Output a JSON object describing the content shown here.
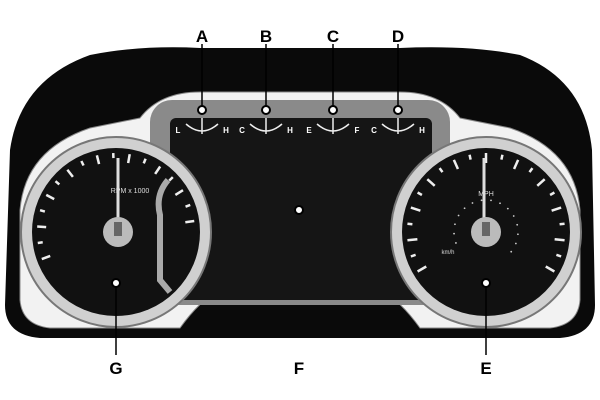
{
  "callouts": {
    "a": "A",
    "b": "B",
    "c": "C",
    "d": "D",
    "e": "E",
    "f": "F",
    "g": "G"
  },
  "gauges": {
    "a": {
      "low": "L",
      "high": "H",
      "icon": "oil-pressure-icon"
    },
    "b": {
      "low": "C",
      "high": "H",
      "icon": "coolant-temperature-icon"
    },
    "c": {
      "low": "E",
      "high": "F",
      "icon": "fuel-icon"
    },
    "d": {
      "low": "C",
      "high": "H",
      "icon": "transmission-temperature-icon"
    }
  },
  "tachometer": {
    "label": "RPM x 1000"
  },
  "speedometer": {
    "label": "MPH",
    "secondary": "km/h"
  },
  "colors": {
    "housing": "#0a0a0a",
    "bezel": "#c8c8c8",
    "screen": "#151515",
    "frame": "#f2f2f2"
  }
}
